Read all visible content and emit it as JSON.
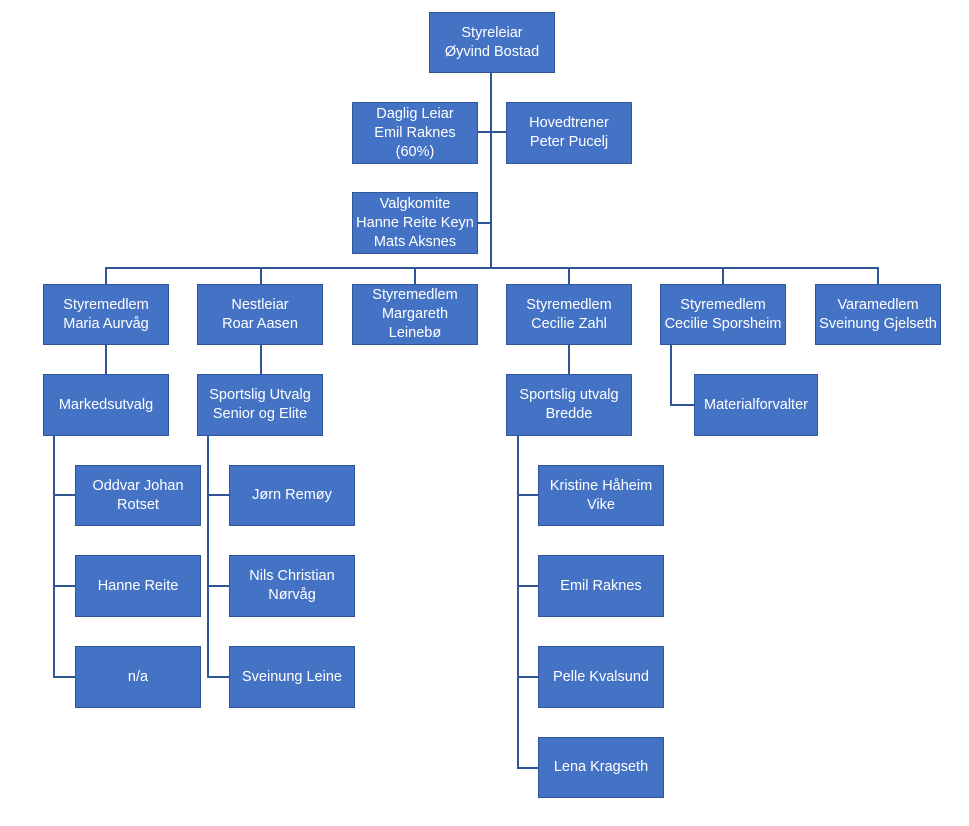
{
  "org_chart": {
    "chair": {
      "role": "Styreleiar",
      "name": "Øyvind Bostad"
    },
    "manager": {
      "role": "Daglig Leiar",
      "name": "Emil Raknes",
      "note": "(60%)"
    },
    "coach": {
      "role": "Hovedtrener",
      "name": "Peter Pucelj"
    },
    "nomination": {
      "role": "Valgkomite",
      "member1": "Hanne Reite Keyn",
      "member2": "Mats Aksnes"
    },
    "board": [
      {
        "role": "Styremedlem",
        "name": "Maria Aurvåg"
      },
      {
        "role": "Nestleiar",
        "name": "Roar Aasen"
      },
      {
        "role": "Styremedlem",
        "name_line1": "Margareth",
        "name_line2": "Leinebø"
      },
      {
        "role": "Styremedlem",
        "name": "Cecilie Zahl"
      },
      {
        "role": "Styremedlem",
        "name": "Cecilie Sporsheim"
      },
      {
        "role": "Varamedlem",
        "name": "Sveinung Gjelseth"
      }
    ],
    "committees": {
      "marketing": {
        "label": "Markedsutvalg",
        "members": [
          {
            "line1": "Oddvar Johan",
            "line2": "Rotset"
          },
          {
            "line1": "Hanne Reite"
          },
          {
            "line1": "n/a"
          }
        ]
      },
      "sport_senior": {
        "line1": "Sportslig Utvalg",
        "line2": "Senior og Elite",
        "members": [
          {
            "line1": "Jørn Remøy"
          },
          {
            "line1": "Nils Christian",
            "line2": "Nørvåg"
          },
          {
            "line1": "Sveinung Leine"
          }
        ]
      },
      "sport_breadth": {
        "line1": "Sportslig utvalg",
        "line2": "Bredde",
        "members": [
          {
            "line1": "Kristine Håheim",
            "line2": "Vike"
          },
          {
            "line1": "Emil Raknes"
          },
          {
            "line1": "Pelle Kvalsund"
          },
          {
            "line1": "Lena Kragseth"
          }
        ]
      },
      "equipment": {
        "label": "Materialforvalter"
      }
    }
  }
}
